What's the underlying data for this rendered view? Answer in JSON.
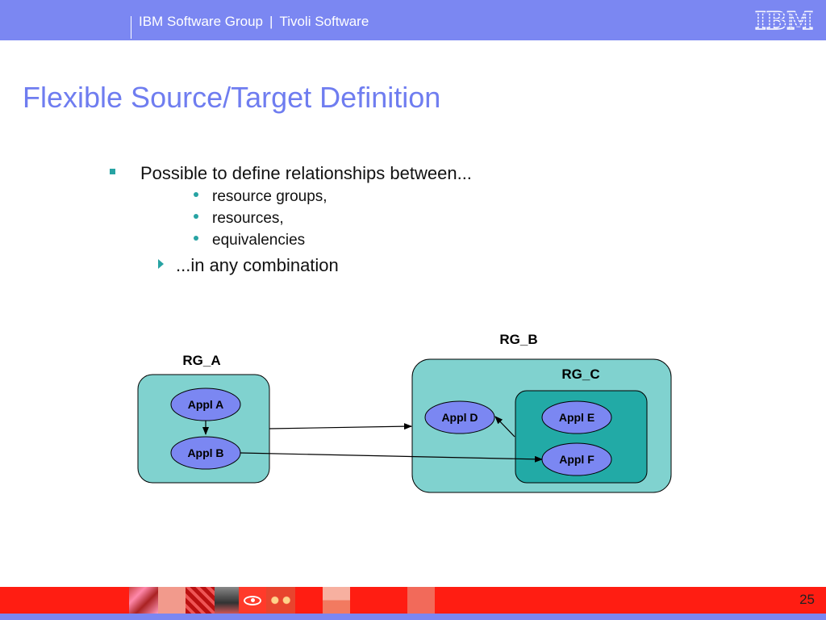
{
  "header": {
    "group": "IBM Software Group",
    "separator": "|",
    "product": "Tivoli Software",
    "logo_text": "IBM"
  },
  "slide": {
    "title": "Flexible Source/Target Definition",
    "bullet_main": "Possible to define relationships between...",
    "sub_bullets": [
      "resource groups,",
      "resources,",
      "equivalencies"
    ],
    "bullet_combination": "...in any combination",
    "page_number": "25"
  },
  "diagram": {
    "groups": {
      "rg_a": "RG_A",
      "rg_b": "RG_B",
      "rg_c": "RG_C"
    },
    "nodes": {
      "appl_a": "Appl A",
      "appl_b": "Appl B",
      "appl_d": "Appl D",
      "appl_e": "Appl E",
      "appl_f": "Appl F"
    },
    "colors": {
      "group_fill": "#80d2cf",
      "inner_group_fill": "#22aaa6",
      "node_fill": "#7b87f2",
      "title_color": "#6f7df0",
      "header_color": "#7b87f2",
      "footer_red": "#ff1d12"
    }
  }
}
